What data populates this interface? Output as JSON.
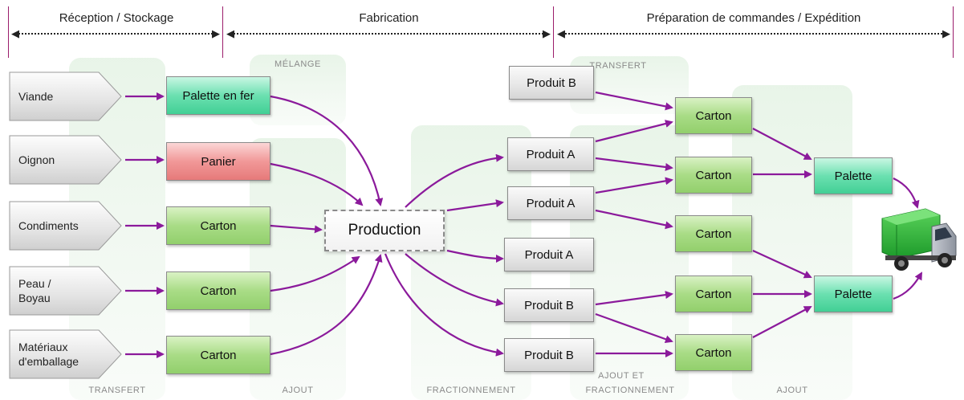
{
  "phases": [
    {
      "label": "Réception / Stockage"
    },
    {
      "label": "Fabrication"
    },
    {
      "label": "Préparation de commandes / Expédition"
    }
  ],
  "zones": {
    "transfert_left": "TRANSFERT",
    "melange": "MÉLANGE",
    "ajout_left": "AJOUT",
    "fractionnement": "FRACTIONNEMENT",
    "transfert_right": "TRANSFERT",
    "ajout_fractionnement_line1": "AJOUT ET",
    "ajout_fractionnement_line2": "FRACTIONNEMENT",
    "ajout_right": "AJOUT"
  },
  "sources": [
    {
      "line1": "Viande",
      "line2": ""
    },
    {
      "line1": "Oignon",
      "line2": ""
    },
    {
      "line1": "Condiments",
      "line2": ""
    },
    {
      "line1": "Peau /",
      "line2": "Boyau"
    },
    {
      "line1": "Matériaux",
      "line2": "d'emballage"
    }
  ],
  "containers": [
    {
      "label": "Palette en fer",
      "color": "#42cf95"
    },
    {
      "label": "Panier",
      "color": "#e67a7a"
    },
    {
      "label": "Carton",
      "color": "#92cf6c"
    },
    {
      "label": "Carton",
      "color": "#92cf6c"
    },
    {
      "label": "Carton",
      "color": "#92cf6c"
    }
  ],
  "production": {
    "label": "Production"
  },
  "products": [
    {
      "label": "Produit B"
    },
    {
      "label": "Produit A"
    },
    {
      "label": "Produit A"
    },
    {
      "label": "Produit A"
    },
    {
      "label": "Produit B"
    },
    {
      "label": "Produit B"
    }
  ],
  "cartons": [
    {
      "label": "Carton"
    },
    {
      "label": "Carton"
    },
    {
      "label": "Carton"
    },
    {
      "label": "Carton"
    },
    {
      "label": "Carton"
    }
  ],
  "pallets": [
    {
      "label": "Palette"
    },
    {
      "label": "Palette"
    }
  ],
  "colors": {
    "arrow": "#8b1a9b",
    "separator": "#9b1c6b",
    "zone": "#d6ecd6"
  },
  "icons": {
    "truck": "delivery-truck-icon"
  }
}
